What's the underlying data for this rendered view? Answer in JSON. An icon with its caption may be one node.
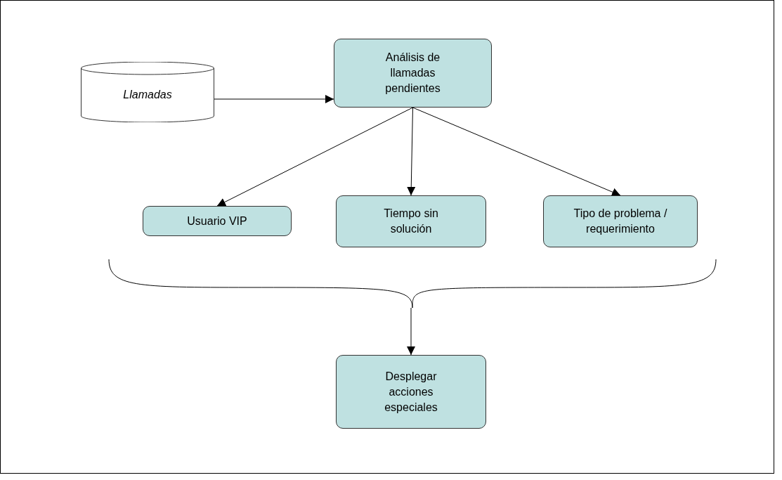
{
  "diagram": {
    "nodes": [
      {
        "text": [
          "Llamadas"
        ]
      },
      {
        "text": [
          "Análisis de llamadas pendientes"
        ]
      },
      {
        "text": [
          "Usuario VIP"
        ]
      },
      {
        "text": [
          "Tiempo sin solución"
        ]
      },
      {
        "text": [
          "Tipo de problema / requerimiento"
        ]
      },
      {
        "text": [
          "Desplegar acciones especiales"
        ]
      },
      {
        "text": [],
        "shape": "bracket"
      }
    ],
    "edges": [
      {
        "from": 0,
        "to": 1,
        "arrow": "to"
      },
      {
        "from": 1,
        "to": 2,
        "arrow": "to"
      },
      {
        "from": 1,
        "to": 3,
        "arrow": "to"
      },
      {
        "from": 1,
        "to": 4,
        "arrow": "to"
      },
      {
        "from": 6,
        "to": 5,
        "arrow": "to"
      }
    ]
  }
}
